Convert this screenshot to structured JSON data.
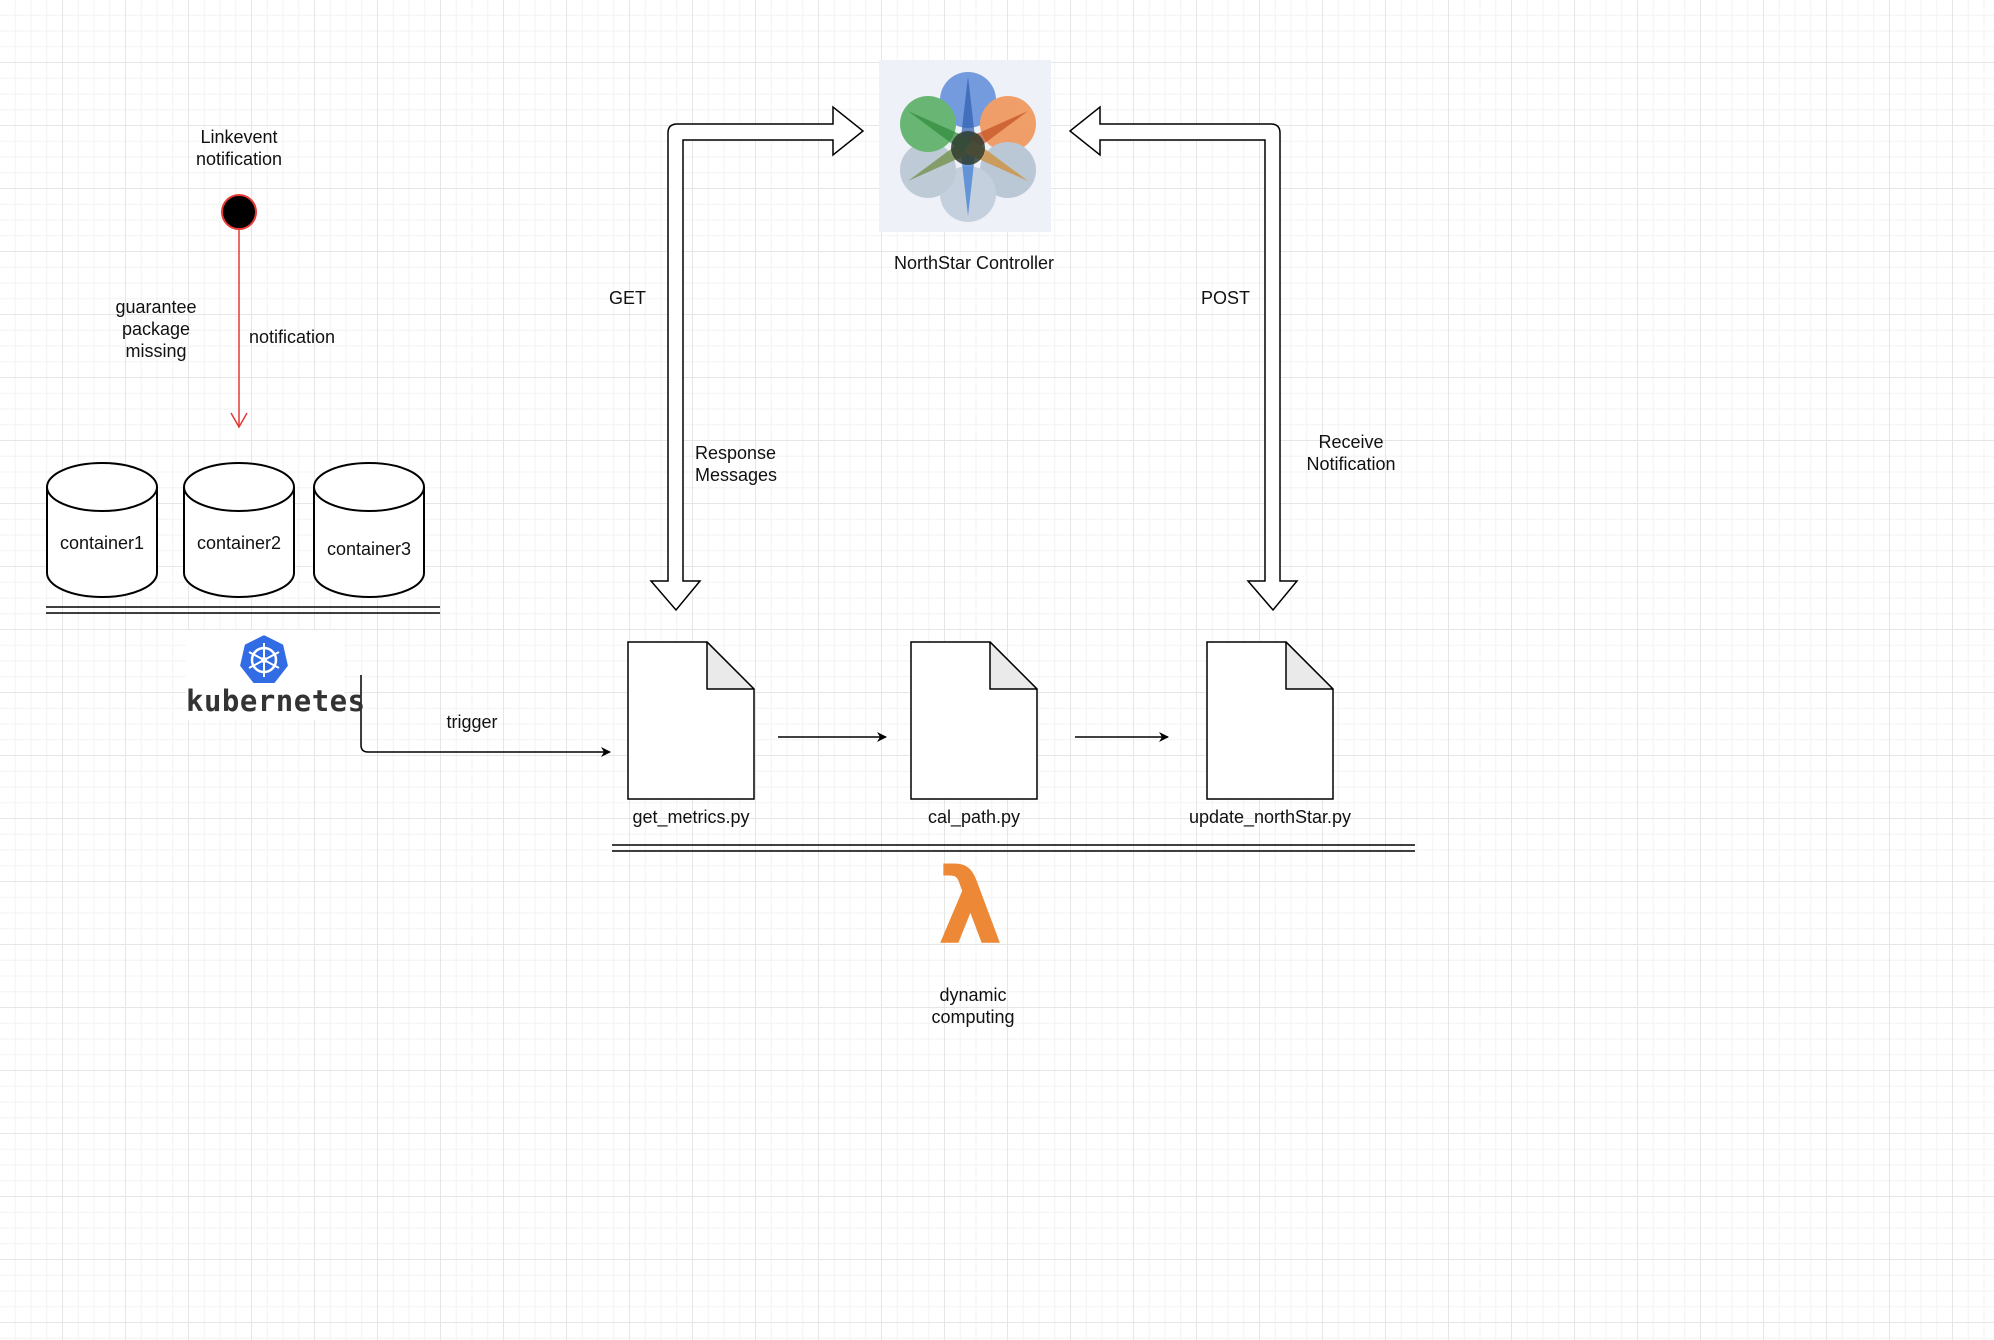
{
  "event": {
    "title": "Linkevent\nnotification",
    "arrow_label": "notification",
    "side_label": "guarantee\npackage\nmissing"
  },
  "containers": [
    {
      "label": "container1"
    },
    {
      "label": "container2"
    },
    {
      "label": "container3"
    }
  ],
  "kubernetes": {
    "logo_text": "kubernetes",
    "trigger_label": "trigger"
  },
  "controller": {
    "label": "NorthStar Controller"
  },
  "flows": {
    "get": "GET",
    "response": "Response\nMessages",
    "post": "POST",
    "receive": "Receive\nNotification"
  },
  "files": [
    {
      "label": "get_metrics.py"
    },
    {
      "label": "cal_path.py"
    },
    {
      "label": "update_northStar.py"
    }
  ],
  "lambda": {
    "symbol": "λ",
    "label": "dynamic\ncomputing",
    "color": "#ed8936"
  },
  "colors": {
    "notify_arrow": "#e53935",
    "k8s_blue": "#326ce5"
  }
}
